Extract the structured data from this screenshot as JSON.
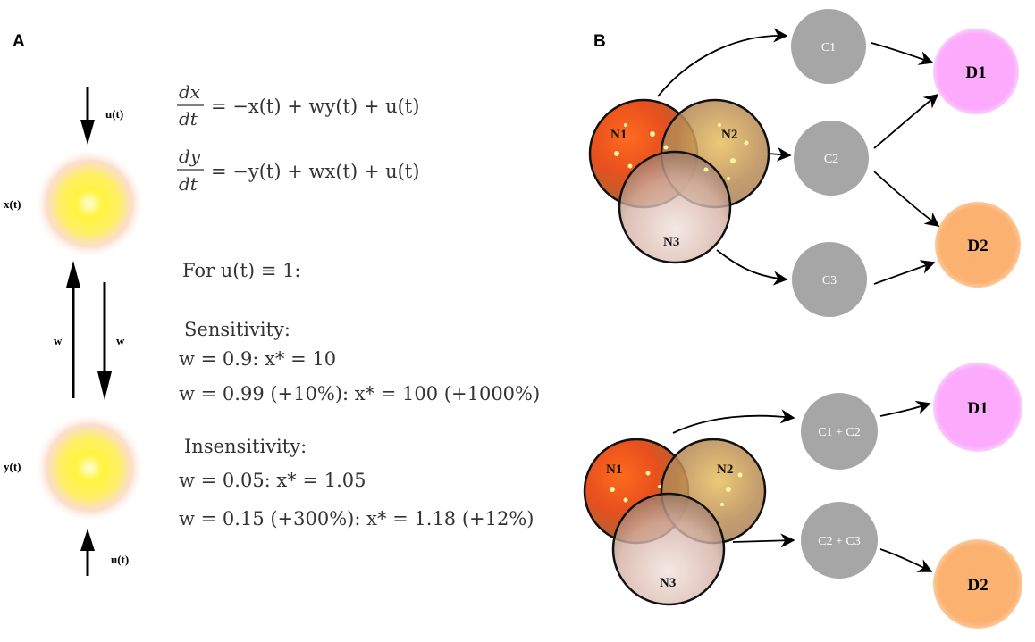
{
  "panel_a": {
    "letter": "A",
    "input_top": "u(t)",
    "node_x": "x(t)",
    "weight_up": "w",
    "weight_down": "w",
    "node_y": "y(t)",
    "input_bottom": "u(t)",
    "eq1": {
      "num": "dx",
      "den": "dt",
      "rhs": "= −x(t) + wy(t) + u(t)"
    },
    "eq2": {
      "num": "dy",
      "den": "dt",
      "rhs": "= −y(t) + wx(t) + u(t)"
    },
    "condition": "For u(t) ≡ 1:",
    "sensitivity": {
      "heading": "Sensitivity:",
      "line1": "w = 0.9:  x* = 10",
      "line2": "w = 0.99 (+10%):  x* = 100 (+1000%)"
    },
    "insensitivity": {
      "heading": "Insensitivity:",
      "line1": "w = 0.05:  x* = 1.05",
      "line2": "w = 0.15 (+300%):  x* = 1.18 (+12%)"
    }
  },
  "panel_b": {
    "letter": "B",
    "top": {
      "venn": [
        "N1",
        "N2",
        "N3"
      ],
      "clusters": [
        "C1",
        "C2",
        "C3"
      ],
      "outputs": [
        "D1",
        "D2"
      ]
    },
    "bottom": {
      "venn": [
        "N1",
        "N2",
        "N3"
      ],
      "clusters": [
        "C1 + C2",
        "C2 + C3"
      ],
      "outputs": [
        "D1",
        "D2"
      ]
    }
  },
  "colors": {
    "cluster_gray": "#a6a6a6",
    "d1_pink": "#fbaafc",
    "d2_orange": "#fbb271",
    "glow_yellow": "#fff23a",
    "arrow": "#000000"
  }
}
